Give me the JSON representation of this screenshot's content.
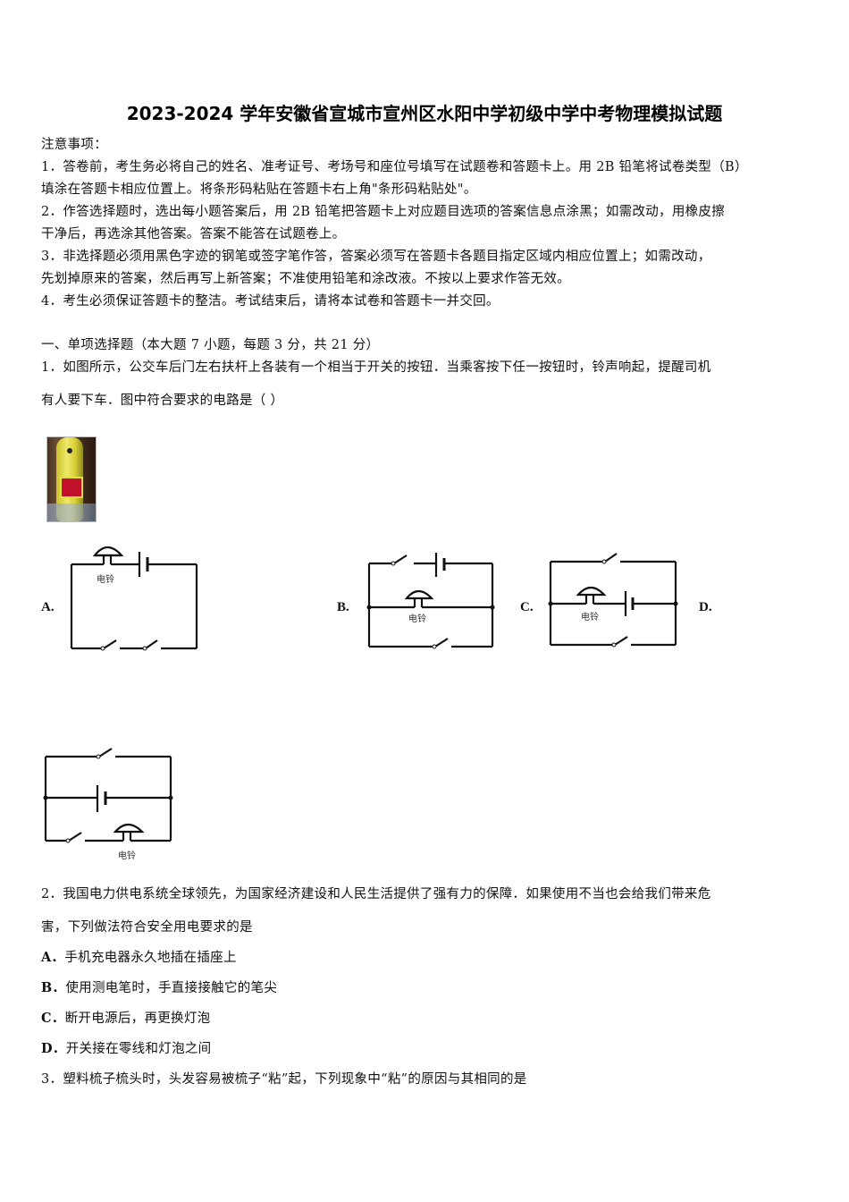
{
  "document": {
    "title": "2023-2024 学年安徽省宣城市宣州区水阳中学初级中学中考物理模拟试题",
    "notice": {
      "heading": "注意事项：",
      "lines": [
        "1．答卷前，考生务必将自己的姓名、准考证号、考场号和座位号填写在试题卷和答题卡上。用 2B 铅笔将试卷类型（B）",
        "填涂在答题卡相应位置上。将条形码粘贴在答题卡右上角\"条形码粘贴处\"。",
        "2．作答选择题时，选出每小题答案后，用 2B 铅笔把答题卡上对应题目选项的答案信息点涂黑；如需改动，用橡皮擦",
        "干净后，再选涂其他答案。答案不能答在试题卷上。",
        "3．非选择题必须用黑色字迹的钢笔或签字笔作答，答案必须写在答题卡各题目指定区域内相应位置上；如需改动，",
        "先划掉原来的答案，然后再写上新答案；不准使用铅笔和涂改液。不按以上要求作答无效。",
        "4．考生必须保证答题卡的整洁。考试结束后，请将本试卷和答题卡一并交回。"
      ]
    },
    "section1": {
      "heading": "一、单项选择题（本大题 7 小题，每题 3 分，共 21 分）"
    },
    "q1": {
      "line1": "1．如图所示，公交车后门左右扶杆上各装有一个相当于开关的按钮．当乘客按下任一按钮时，铃声响起，提醒司机",
      "line2": "有人要下车．图中符合要求的电路是（ ）",
      "photo_icon": "bus-button-photo",
      "bell_label": "电铃",
      "options": {
        "a": "A.",
        "b": "B.",
        "c": "C.",
        "d": "D."
      }
    },
    "q2": {
      "line1": "2．我国电力供电系统全球领先，为国家经济建设和人民生活提供了强有力的保障．如果使用不当也会给我们带来危",
      "line2": "害，下列做法符合安全用电要求的是",
      "options": [
        {
          "label": "A．",
          "text": "手机充电器永久地插在插座上"
        },
        {
          "label": "B．",
          "text": "使用测电笔时，手直接接触它的笔尖"
        },
        {
          "label": "C．",
          "text": "断开电源后，再更换灯泡"
        },
        {
          "label": "D．",
          "text": "开关接在零线和灯泡之间"
        }
      ]
    },
    "q3": {
      "line1": "3．塑料梳子梳头时，头发容易被梳子“粘”起，下列现象中“粘”的原因与其相同的是"
    }
  }
}
